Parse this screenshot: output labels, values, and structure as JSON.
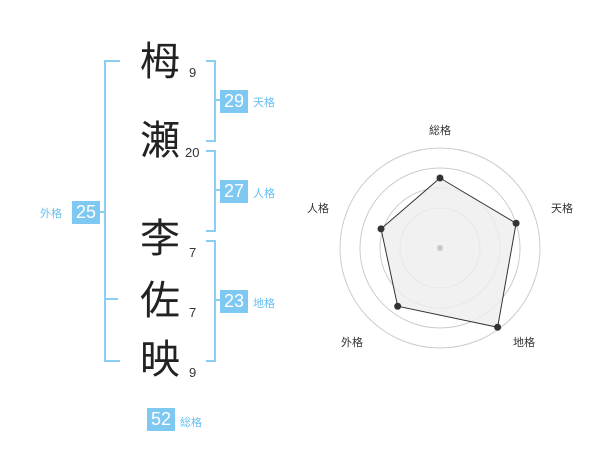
{
  "characters": [
    {
      "char": "栂",
      "strokes": "9"
    },
    {
      "char": "瀬",
      "strokes": "20"
    },
    {
      "char": "李",
      "strokes": "7"
    },
    {
      "char": "佐",
      "strokes": "7"
    },
    {
      "char": "映",
      "strokes": "9"
    }
  ],
  "fortunes": {
    "tenkaku": {
      "value": "29",
      "label": "天格"
    },
    "jinkaku": {
      "value": "27",
      "label": "人格"
    },
    "chikaku": {
      "value": "23",
      "label": "地格"
    },
    "gaikaku": {
      "value": "25",
      "label": "外格"
    },
    "soukaku": {
      "value": "52",
      "label": "総格"
    }
  },
  "radar": {
    "axes": [
      "総格",
      "天格",
      "地格",
      "外格",
      "人格"
    ],
    "values": [
      0.7,
      0.8,
      0.98,
      0.72,
      0.62
    ],
    "colors": {
      "fill": "#eeeeee",
      "line": "#333333",
      "ring": "#cccccc"
    }
  },
  "colors": {
    "accent": "#7ec8f2",
    "bracket": "#8ccdf2",
    "label": "#66bff0"
  }
}
